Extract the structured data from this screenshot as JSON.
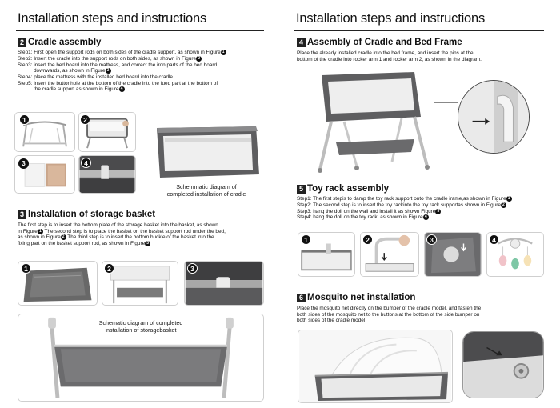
{
  "left": {
    "title": "Installation steps and instructions",
    "cradle": {
      "num": "2",
      "heading": "Cradle assembly",
      "steps": [
        {
          "text": "Step1: First open the support rods on both sides of the cradle support, as shown in Figure",
          "fig": "1"
        },
        {
          "text": "Step2: Insert the cradle into the support rods on both sides, as shown in Figure",
          "fig": "2"
        },
        {
          "text": "Step3: insert the bed board into the mattress, and correct the iron parts of the bed board",
          "fig": ""
        },
        {
          "text": "downwards, as shown in Figure",
          "fig": "3",
          "indent": true
        },
        {
          "text": "Step4: place the mattress with the installed bed board into the cradle",
          "fig": ""
        },
        {
          "text": "Step5: insert the buttonhole at the bottom of the cradle into the fued part at the bottom of",
          "fig": ""
        },
        {
          "text": "the cradle support as shown in Figure",
          "fig": "4",
          "indent": true
        }
      ],
      "fig_labels": [
        "1",
        "2",
        "3",
        "4"
      ],
      "caption_line1": "Schemmatic diagram of",
      "caption_line2": "completed installation of cradle"
    },
    "basket": {
      "num": "3",
      "heading": "Installation of storage basket",
      "para_a": "The first step is to insert the bottom plate of the storage basket into the basket, as shown\nin Figure",
      "fig_a": "1",
      "para_b": " The second step is to place the basket on the basket support rod under the bed,\nas shown in Figure",
      "fig_b": "2",
      "para_c": " The third step is to insert the bottom buckle of the basket into the\nfixing part on the basket support rod, as shown in Figure",
      "fig_c": "3",
      "fig_labels": [
        "1",
        "2",
        "3"
      ],
      "caption_line1": "Schematic diagram of completed",
      "caption_line2": "installation of storagebasket"
    }
  },
  "right": {
    "title": "Installation steps and instructions",
    "frame": {
      "num": "4",
      "heading": "Assembly of Cradle and Bed Frame",
      "para": "Place the already installed cradle into the bed frame, and insert the pins at the\nbottom of the cradle into rocker arm 1 and rocker arm 2, as shown in the diagram."
    },
    "toy": {
      "num": "5",
      "heading": "Toy rack assembly",
      "steps": [
        {
          "text": "Step1: The first stepis to damp the toy rack support onto the cradle irame,as shown in Figure",
          "fig": "1"
        },
        {
          "text": "Step2: The second step is to insert the toy rackinto the toy rack supportas shown in Figure",
          "fig": "2"
        },
        {
          "text": "Step3: hang the doll on the wall and install it as shown Figure",
          "fig": "3"
        },
        {
          "text": "Step4: hang the doll on the toy rack, as shown in Figure",
          "fig": "4"
        }
      ],
      "fig_labels": [
        "1",
        "2",
        "3",
        "4"
      ]
    },
    "net": {
      "num": "6",
      "heading": "Mosquito net installation",
      "para": "Place the mosquito net directly on the bumper of the cradle model, and fasten the\nboth sides of the mosquito net to the buttons at the bottom of the side bumper on\nboth sides of the cradle model"
    }
  },
  "colors": {
    "ink": "#111111",
    "fabric": "#5b5b5d",
    "frame": "#bdbdbd",
    "mesh": "#ececec"
  }
}
